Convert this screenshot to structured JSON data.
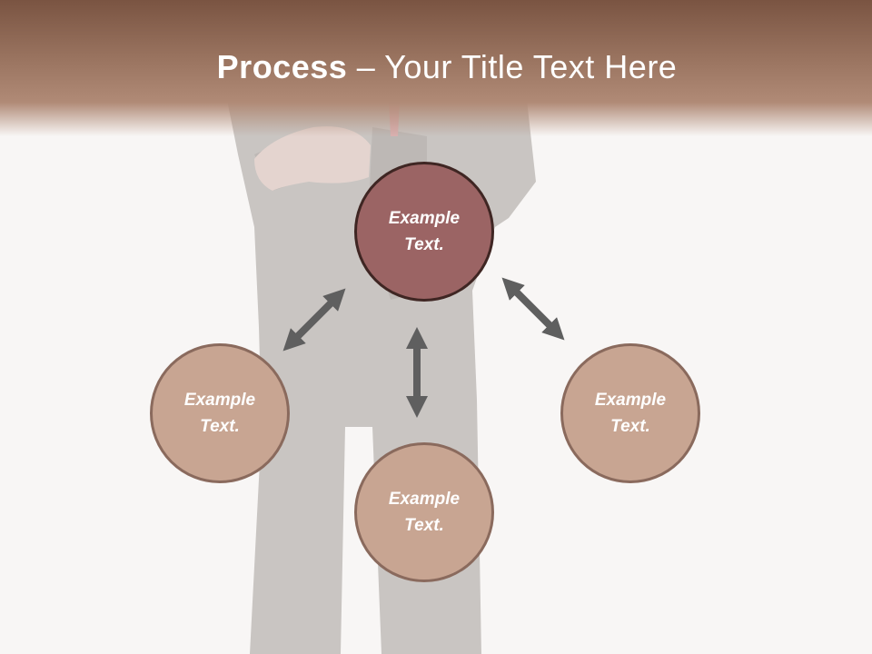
{
  "slide": {
    "title_bold": "Process",
    "title_rest": " – Your Title Text Here"
  },
  "nodes": {
    "center": "Example Text.",
    "left": "Example Text.",
    "bottom": "Example Text.",
    "right": "Example Text."
  },
  "colors": {
    "title_band": "#7a5442",
    "center_fill": "#9b6464",
    "node_fill": "#c8a592",
    "node_border": "#8a6a5d",
    "arrow": "#5f5f5f"
  }
}
